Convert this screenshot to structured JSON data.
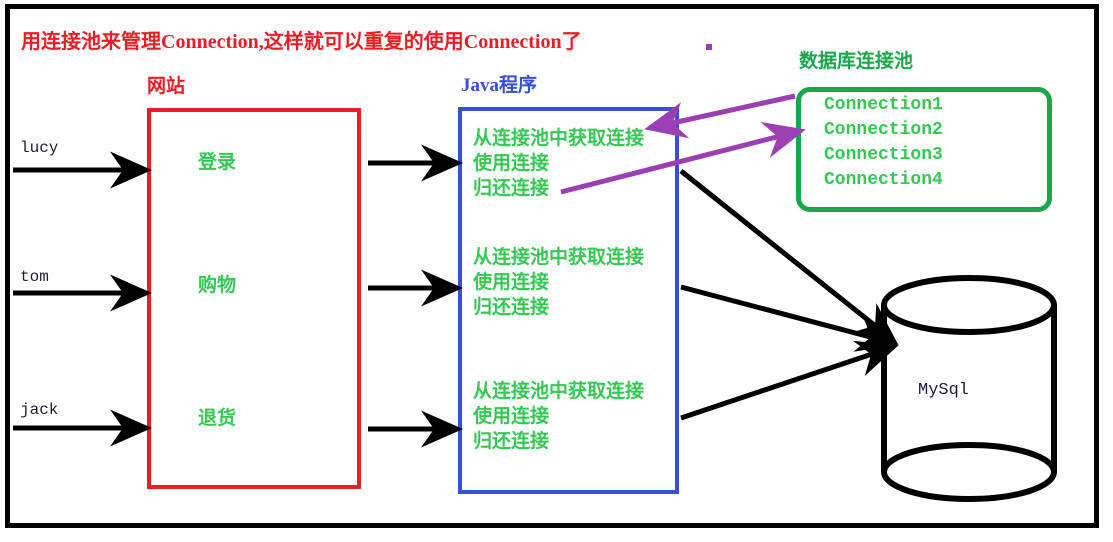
{
  "diagram": {
    "title": "用连接池来管理Connection,这样就可以重复的使用Connection了",
    "colors": {
      "title": "#ee1c25",
      "website_box": "#ee1c25",
      "java_box": "#3a4fd8",
      "pool_box": "#19a74a",
      "green_text": "#36c755",
      "purple_arrow": "#9b3fb5",
      "black_arrow": "#000000"
    }
  },
  "users": [
    {
      "name": "lucy"
    },
    {
      "name": "tom"
    },
    {
      "name": "jack"
    }
  ],
  "website": {
    "label": "网站",
    "items": [
      {
        "text": "登录"
      },
      {
        "text": "购物"
      },
      {
        "text": "退货"
      }
    ]
  },
  "java_program": {
    "label": "Java程序",
    "blocks": [
      {
        "lines": [
          "从连接池中获取连接",
          "使用连接",
          "归还连接"
        ]
      },
      {
        "lines": [
          "从连接池中获取连接",
          "使用连接",
          "归还连接"
        ]
      },
      {
        "lines": [
          "从连接池中获取连接",
          "使用连接",
          "归还连接"
        ]
      }
    ]
  },
  "connection_pool": {
    "label": "数据库连接池",
    "connections": [
      {
        "name": "Connection1"
      },
      {
        "name": "Connection2"
      },
      {
        "name": "Connection3"
      },
      {
        "name": "Connection4"
      }
    ]
  },
  "database": {
    "name": "MySql"
  }
}
